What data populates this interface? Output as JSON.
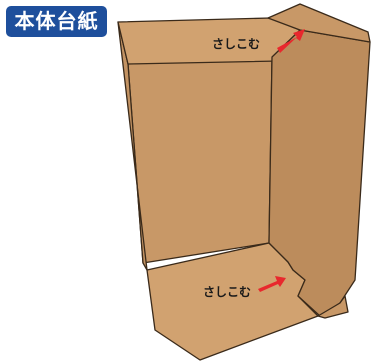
{
  "header": {
    "title": "本体台紙"
  },
  "diagram": {
    "labels": {
      "upper_insert": "さしこむ",
      "lower_insert": "さしこむ"
    },
    "colors": {
      "cardboard_light": "#d1a270",
      "cardboard_panel": "#c89867",
      "cardboard_dark": "#bc8c5c",
      "arrow": "#e8282d",
      "badge": "#1e4f9c",
      "outline": "#3a2a1a"
    }
  }
}
